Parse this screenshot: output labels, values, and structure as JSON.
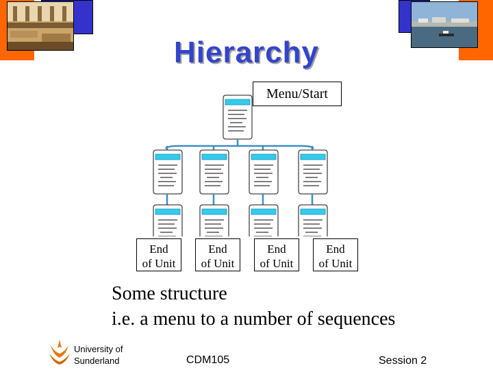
{
  "slide": {
    "title": "Hierarchy",
    "menu_label": "Menu/Start",
    "end_labels": [
      "End\nof Unit",
      "End\nof Unit",
      "End\nof Unit",
      "End\nof Unit"
    ],
    "caption_line1": "Some structure",
    "caption_line2": "i.e. a menu to a number of sequences"
  },
  "footer": {
    "university_line1": "University of",
    "university_line2": "Sunderland",
    "course_code": "CDM105",
    "session": "Session 2"
  },
  "colors": {
    "orange": "#ff6600",
    "blue": "#3333cc",
    "title": "#3344cc",
    "connector": "#3b8fc4",
    "doc_bar": "#33ccee"
  },
  "icons": [
    "library-photo",
    "harbour-photo",
    "university-logo-icon",
    "document-icon"
  ]
}
